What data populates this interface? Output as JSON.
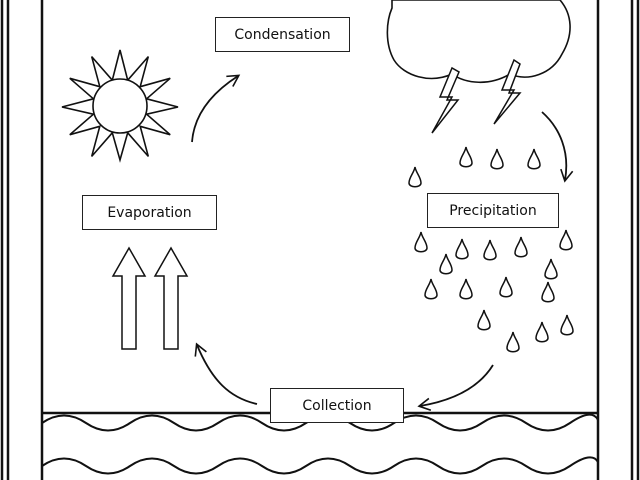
{
  "diagram": {
    "labels": {
      "condensation": "Condensation",
      "evaporation": "Evaporation",
      "precipitation": "Precipitation",
      "collection": "Collection"
    },
    "colors": {
      "stroke": "#111111",
      "background": "#ffffff"
    },
    "icons": [
      "sun-icon",
      "cloud-icon",
      "lightning-bolt-icon",
      "raindrop-icon",
      "wave-icon",
      "up-arrow-icon",
      "curved-arrow-icon"
    ]
  }
}
